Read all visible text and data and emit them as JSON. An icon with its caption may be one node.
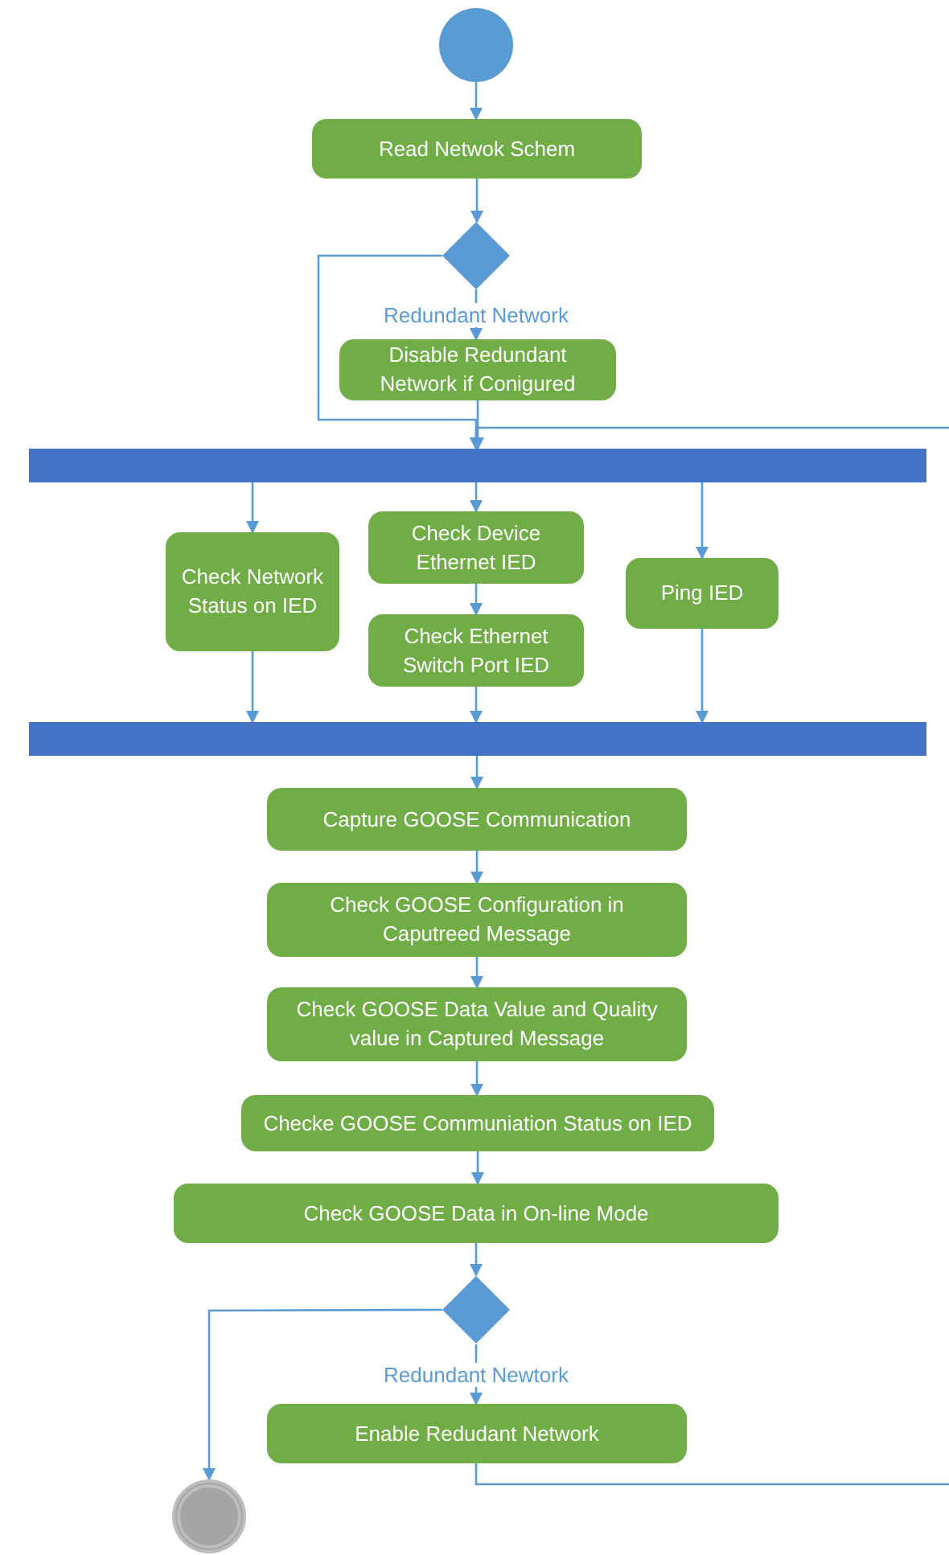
{
  "diagram": {
    "nodes": [
      {
        "text": [],
        "shape": "circle"
      },
      {
        "text": [
          "Read Netwok Schem"
        ]
      },
      {
        "text": [],
        "shape": "diamond"
      },
      {
        "text": [
          "Disable Redundant Network if Conigured"
        ]
      },
      {
        "text": [],
        "shape": "bar"
      },
      {
        "text": [
          "Check Network Status on IED"
        ]
      },
      {
        "text": [
          "Check Device Ethernet IED"
        ]
      },
      {
        "text": [
          "Check Ethernet Switch Port IED"
        ]
      },
      {
        "text": [
          "Ping IED"
        ]
      },
      {
        "text": [],
        "shape": "bar"
      },
      {
        "text": [
          "Capture GOOSE Communication"
        ]
      },
      {
        "text": [
          "Check GOOSE Configuration in Caputreed Message"
        ]
      },
      {
        "text": [
          "Check GOOSE Data Value and Quality value in Captured Message"
        ]
      },
      {
        "text": [
          "Checke GOOSE Communiation Status on IED"
        ]
      },
      {
        "text": [
          "Check GOOSE Data in On-line Mode"
        ]
      },
      {
        "text": [],
        "shape": "diamond"
      },
      {
        "text": [
          "Enable Redudant Network"
        ]
      },
      {
        "text": [],
        "shape": "circle"
      }
    ],
    "edges": [
      {
        "from": 0,
        "to": 1,
        "arrow": "to"
      },
      {
        "from": 1,
        "to": 2,
        "arrow": "to"
      },
      {
        "from": 2,
        "to": 3,
        "arrow": "to",
        "label": "Redundant Network"
      },
      {
        "from": 2,
        "to": 4,
        "arrow": "to"
      },
      {
        "from": 3,
        "to": 4,
        "arrow": "to"
      },
      {
        "from": null,
        "to": 4,
        "arrow": "to"
      },
      {
        "from": 4,
        "to": 5,
        "arrow": "to"
      },
      {
        "from": 4,
        "to": 6,
        "arrow": "to"
      },
      {
        "from": 4,
        "to": 8,
        "arrow": "to"
      },
      {
        "from": 6,
        "to": 7,
        "arrow": "to"
      },
      {
        "from": 5,
        "to": 9,
        "arrow": "to"
      },
      {
        "from": 7,
        "to": 9,
        "arrow": "to"
      },
      {
        "from": 8,
        "to": 9,
        "arrow": "to"
      },
      {
        "from": 9,
        "to": 10,
        "arrow": "to"
      },
      {
        "from": 10,
        "to": 11,
        "arrow": "to"
      },
      {
        "from": 11,
        "to": 12,
        "arrow": "to"
      },
      {
        "from": 12,
        "to": 13,
        "arrow": "to"
      },
      {
        "from": 13,
        "to": 14,
        "arrow": "to"
      },
      {
        "from": 14,
        "to": 15,
        "arrow": "to"
      },
      {
        "from": 15,
        "to": 16,
        "arrow": "to",
        "label": "Redundant Newtork"
      },
      {
        "from": 15,
        "to": 17,
        "arrow": "to"
      },
      {
        "from": 16,
        "to": null,
        "arrow": "none"
      }
    ]
  }
}
